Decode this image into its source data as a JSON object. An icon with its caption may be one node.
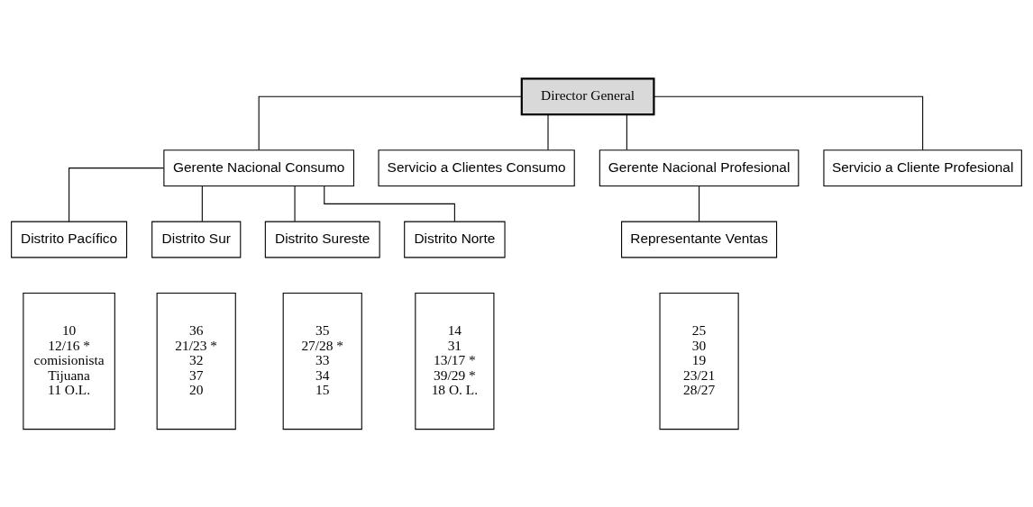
{
  "diagram": {
    "nodes": [
      {
        "text": [
          "Director General"
        ]
      },
      {
        "text": [
          "Gerente Nacional Consumo"
        ]
      },
      {
        "text": [
          "Servicio a Clientes Consumo"
        ]
      },
      {
        "text": [
          "Gerente Nacional Profesional"
        ]
      },
      {
        "text": [
          "Servicio a Cliente Profesional"
        ]
      },
      {
        "text": [
          "Distrito Pacífico"
        ]
      },
      {
        "text": [
          "Distrito Sur"
        ]
      },
      {
        "text": [
          "Distrito Sureste"
        ]
      },
      {
        "text": [
          "Distrito Norte"
        ]
      },
      {
        "text": [
          "Representante Ventas"
        ]
      },
      {
        "text": [
          "10",
          "12/16 *",
          "comisionista",
          "Tijuana",
          "11 O.L."
        ]
      },
      {
        "text": [
          "36",
          "21/23 *",
          "32",
          "37",
          "20"
        ]
      },
      {
        "text": [
          "35",
          "27/28 *",
          "33",
          "34",
          "15"
        ]
      },
      {
        "text": [
          "14",
          "31",
          "13/17 *",
          "39/29 *",
          "18 O. L."
        ]
      },
      {
        "text": [
          "25",
          "30",
          "19",
          "23/21",
          "28/27"
        ]
      }
    ],
    "edges": [
      {
        "from": 0,
        "to": 1,
        "arrow": "none"
      },
      {
        "from": 0,
        "to": 2,
        "arrow": "none"
      },
      {
        "from": 0,
        "to": 3,
        "arrow": "none"
      },
      {
        "from": 0,
        "to": 4,
        "arrow": "none"
      },
      {
        "from": 1,
        "to": 5,
        "arrow": "none"
      },
      {
        "from": 1,
        "to": 6,
        "arrow": "none"
      },
      {
        "from": 1,
        "to": 7,
        "arrow": "none"
      },
      {
        "from": 1,
        "to": 8,
        "arrow": "none"
      },
      {
        "from": 3,
        "to": 9,
        "arrow": "none"
      }
    ]
  }
}
